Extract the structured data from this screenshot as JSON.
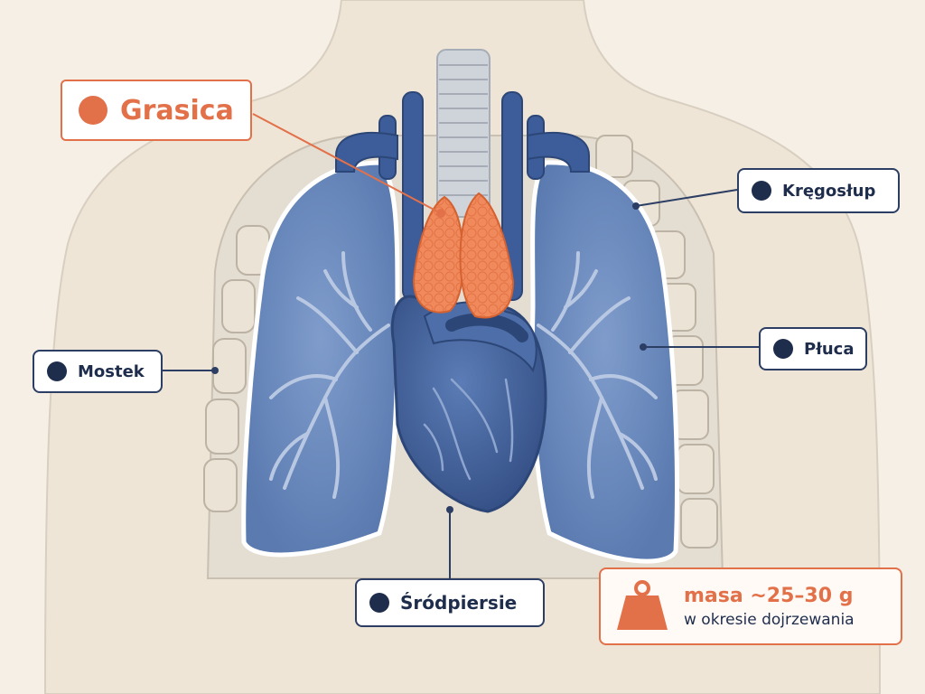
{
  "labels": {
    "thymus": "Grasica",
    "spine": "Kręgosłup",
    "sternum": "Mostek",
    "lungs": "Płuca",
    "mediastinum": "Śródpiersie"
  },
  "mass_box": {
    "value": "masa ~25–30 g",
    "note": "w okresie dojrzewania",
    "icon": "weight-icon"
  },
  "colors": {
    "accent": "#e2714a",
    "label_dark": "#1f2d4d",
    "lung": "#6f8fbf",
    "heart": "#3f5f99",
    "background": "#f5efe6",
    "body": "#efe5d6"
  }
}
